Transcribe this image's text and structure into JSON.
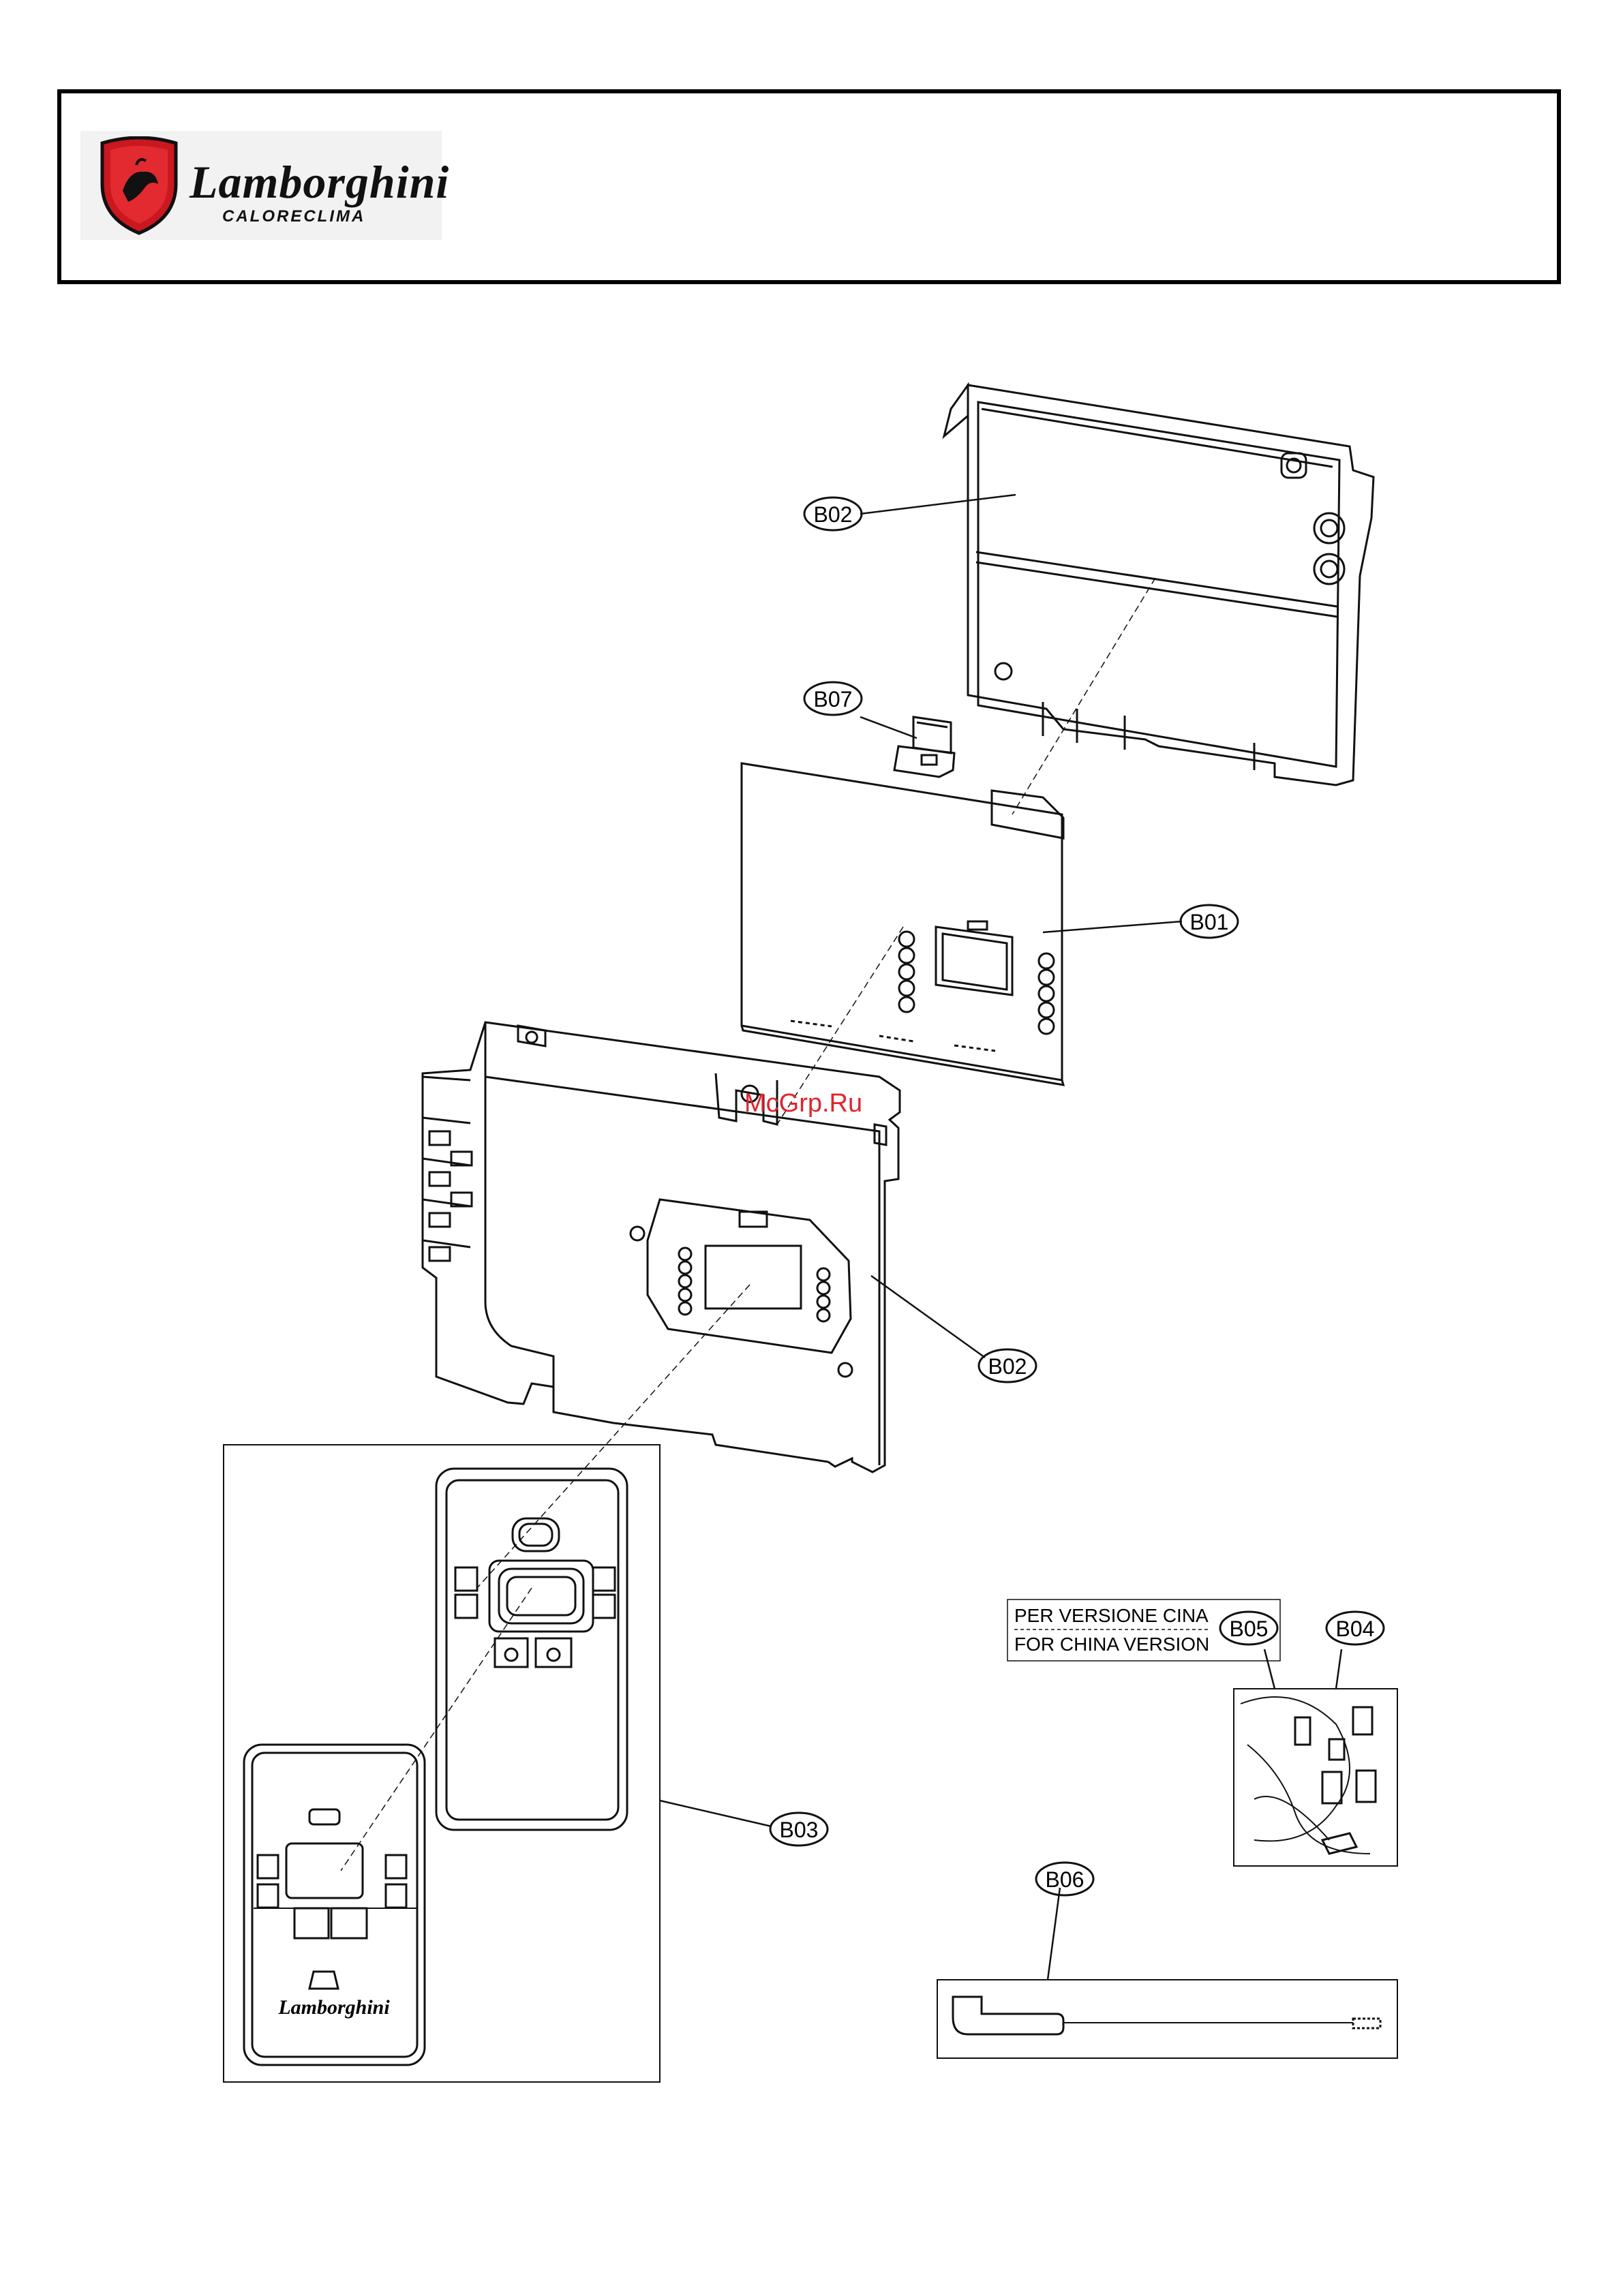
{
  "header": {
    "brand_name": "Lamborghini",
    "brand_sub": "CALORECLIMA",
    "brand_color": "#d81e28"
  },
  "callouts": {
    "b01": "B01",
    "b02_top": "B02",
    "b02_mid": "B02",
    "b03": "B03",
    "b04": "B04",
    "b05": "B05",
    "b06": "B06",
    "b07": "B07"
  },
  "china_note": {
    "line1": "PER VERSIONE CINA",
    "line2": "FOR CHINA VERSION"
  },
  "watermark": "McGrp.Ru",
  "front_panel": {
    "brand": "Lamborghini"
  }
}
